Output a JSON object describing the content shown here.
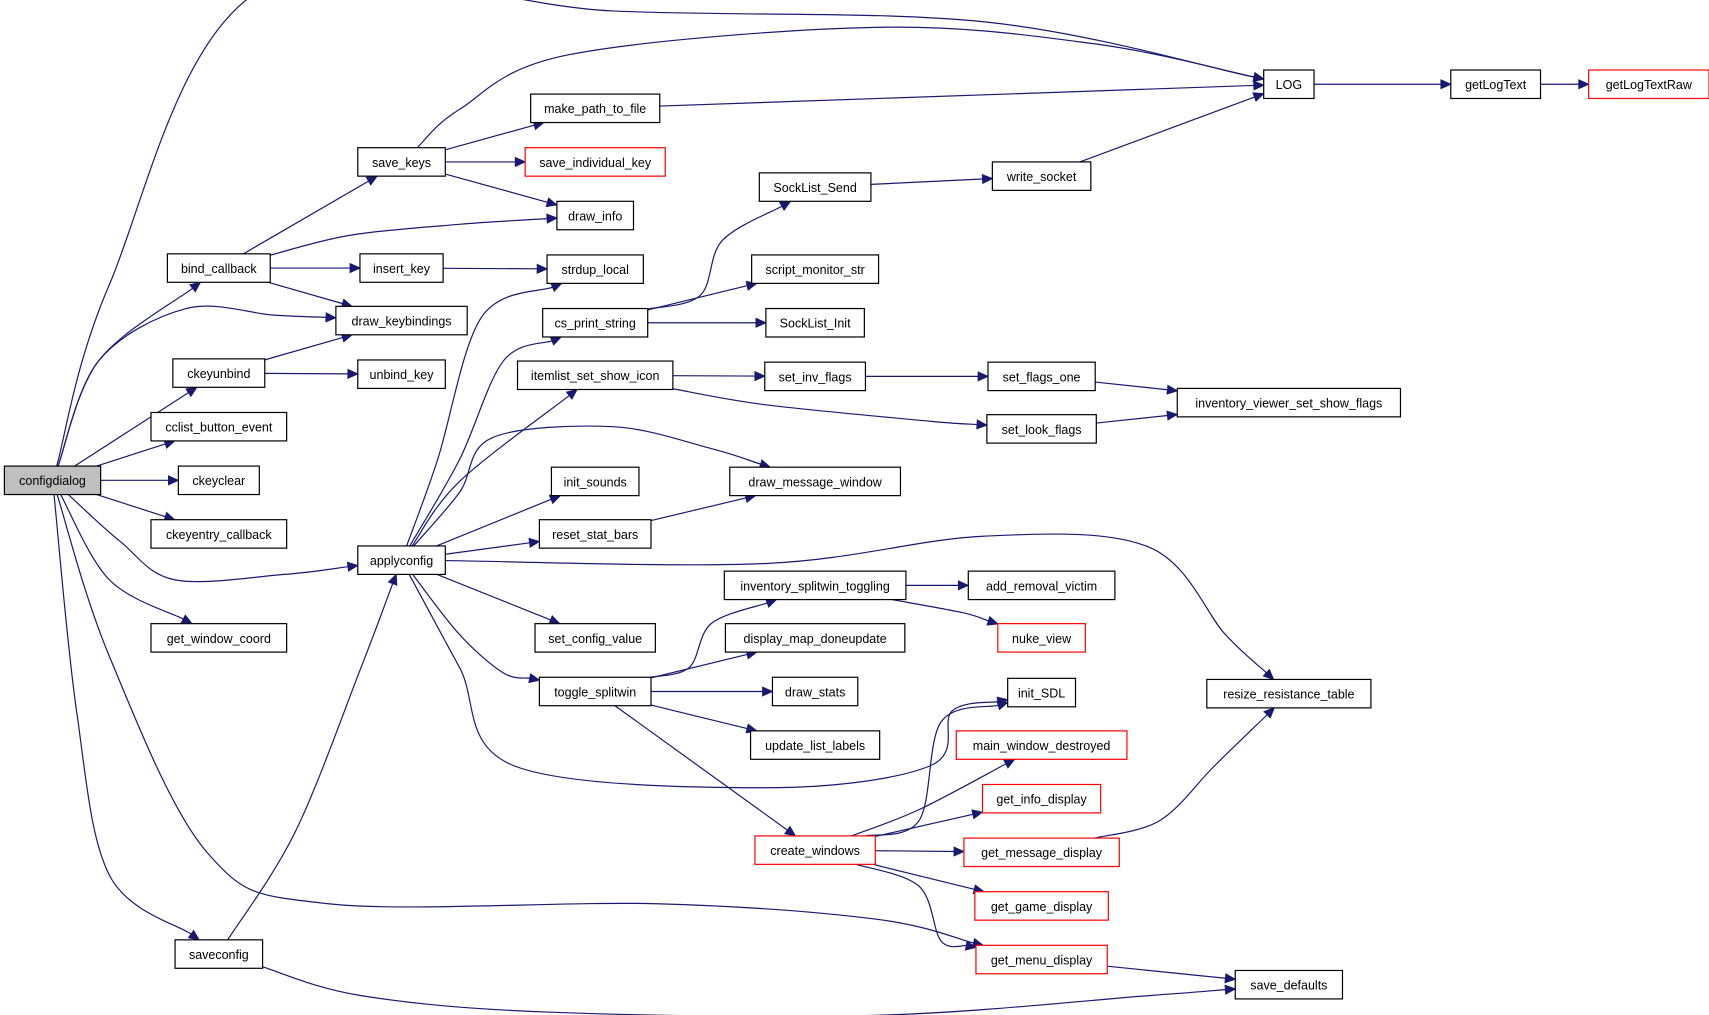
{
  "diagram": {
    "type": "call-graph",
    "nodes": [
      {
        "id": "configdialog",
        "label": "configdialog",
        "style": "root"
      },
      {
        "id": "bind_callback",
        "label": "bind_callback",
        "style": "normal"
      },
      {
        "id": "ckeyunbind",
        "label": "ckeyunbind",
        "style": "normal"
      },
      {
        "id": "cclist_button_event",
        "label": "cclist_button_event",
        "style": "normal"
      },
      {
        "id": "ckeyclear",
        "label": "ckeyclear",
        "style": "normal"
      },
      {
        "id": "ckeyentry_callback",
        "label": "ckeyentry_callback",
        "style": "normal"
      },
      {
        "id": "get_window_coord",
        "label": "get_window_coord",
        "style": "normal"
      },
      {
        "id": "saveconfig",
        "label": "saveconfig",
        "style": "normal"
      },
      {
        "id": "save_keys",
        "label": "save_keys",
        "style": "normal"
      },
      {
        "id": "insert_key",
        "label": "insert_key",
        "style": "normal"
      },
      {
        "id": "draw_keybindings",
        "label": "draw_keybindings",
        "style": "normal"
      },
      {
        "id": "unbind_key",
        "label": "unbind_key",
        "style": "normal"
      },
      {
        "id": "applyconfig",
        "label": "applyconfig",
        "style": "normal"
      },
      {
        "id": "make_path_to_file",
        "label": "make_path_to_file",
        "style": "normal"
      },
      {
        "id": "save_individual_key",
        "label": "save_individual_key",
        "style": "truncated"
      },
      {
        "id": "draw_info",
        "label": "draw_info",
        "style": "normal"
      },
      {
        "id": "strdup_local",
        "label": "strdup_local",
        "style": "normal"
      },
      {
        "id": "cs_print_string",
        "label": "cs_print_string",
        "style": "normal"
      },
      {
        "id": "itemlist_set_show_icon",
        "label": "itemlist_set_show_icon",
        "style": "normal"
      },
      {
        "id": "init_sounds",
        "label": "init_sounds",
        "style": "normal"
      },
      {
        "id": "reset_stat_bars",
        "label": "reset_stat_bars",
        "style": "normal"
      },
      {
        "id": "set_config_value",
        "label": "set_config_value",
        "style": "normal"
      },
      {
        "id": "toggle_splitwin",
        "label": "toggle_splitwin",
        "style": "normal"
      },
      {
        "id": "SockList_Send",
        "label": "SockList_Send",
        "style": "normal"
      },
      {
        "id": "script_monitor_str",
        "label": "script_monitor_str",
        "style": "normal"
      },
      {
        "id": "SockList_Init",
        "label": "SockList_Init",
        "style": "normal"
      },
      {
        "id": "set_inv_flags",
        "label": "set_inv_flags",
        "style": "normal"
      },
      {
        "id": "draw_message_window",
        "label": "draw_message_window",
        "style": "normal"
      },
      {
        "id": "inventory_splitwin_toggling",
        "label": "inventory_splitwin_toggling",
        "style": "normal"
      },
      {
        "id": "display_map_doneupdate",
        "label": "display_map_doneupdate",
        "style": "normal"
      },
      {
        "id": "draw_stats",
        "label": "draw_stats",
        "style": "normal"
      },
      {
        "id": "update_list_labels",
        "label": "update_list_labels",
        "style": "normal"
      },
      {
        "id": "create_windows",
        "label": "create_windows",
        "style": "truncated"
      },
      {
        "id": "write_socket",
        "label": "write_socket",
        "style": "normal"
      },
      {
        "id": "set_flags_one",
        "label": "set_flags_one",
        "style": "normal"
      },
      {
        "id": "set_look_flags",
        "label": "set_look_flags",
        "style": "normal"
      },
      {
        "id": "add_removal_victim",
        "label": "add_removal_victim",
        "style": "normal"
      },
      {
        "id": "nuke_view",
        "label": "nuke_view",
        "style": "truncated"
      },
      {
        "id": "init_SDL",
        "label": "init_SDL",
        "style": "normal"
      },
      {
        "id": "main_window_destroyed",
        "label": "main_window_destroyed",
        "style": "truncated"
      },
      {
        "id": "get_info_display",
        "label": "get_info_display",
        "style": "truncated"
      },
      {
        "id": "get_message_display",
        "label": "get_message_display",
        "style": "truncated"
      },
      {
        "id": "get_game_display",
        "label": "get_game_display",
        "style": "truncated"
      },
      {
        "id": "get_menu_display",
        "label": "get_menu_display",
        "style": "truncated"
      },
      {
        "id": "LOG",
        "label": "LOG",
        "style": "normal"
      },
      {
        "id": "inventory_viewer_set_show_flags",
        "label": "inventory_viewer_set_show_flags",
        "style": "normal"
      },
      {
        "id": "resize_resistance_table",
        "label": "resize_resistance_table",
        "style": "normal"
      },
      {
        "id": "save_defaults",
        "label": "save_defaults",
        "style": "normal"
      },
      {
        "id": "getLogText",
        "label": "getLogText",
        "style": "normal"
      },
      {
        "id": "getLogTextRaw",
        "label": "getLogTextRaw",
        "style": "truncated"
      }
    ],
    "edges": [
      {
        "from": "configdialog",
        "to": "LOG"
      },
      {
        "from": "configdialog",
        "to": "bind_callback"
      },
      {
        "from": "configdialog",
        "to": "draw_keybindings"
      },
      {
        "from": "configdialog",
        "to": "ckeyunbind"
      },
      {
        "from": "configdialog",
        "to": "cclist_button_event"
      },
      {
        "from": "configdialog",
        "to": "ckeyclear"
      },
      {
        "from": "configdialog",
        "to": "ckeyentry_callback"
      },
      {
        "from": "configdialog",
        "to": "applyconfig"
      },
      {
        "from": "configdialog",
        "to": "get_window_coord"
      },
      {
        "from": "configdialog",
        "to": "saveconfig"
      },
      {
        "from": "configdialog",
        "to": "get_menu_display"
      },
      {
        "from": "bind_callback",
        "to": "save_keys"
      },
      {
        "from": "bind_callback",
        "to": "draw_info"
      },
      {
        "from": "bind_callback",
        "to": "insert_key"
      },
      {
        "from": "bind_callback",
        "to": "draw_keybindings"
      },
      {
        "from": "ckeyunbind",
        "to": "draw_keybindings"
      },
      {
        "from": "ckeyunbind",
        "to": "unbind_key"
      },
      {
        "from": "saveconfig",
        "to": "applyconfig"
      },
      {
        "from": "saveconfig",
        "to": "save_defaults"
      },
      {
        "from": "save_keys",
        "to": "LOG"
      },
      {
        "from": "save_keys",
        "to": "make_path_to_file"
      },
      {
        "from": "save_keys",
        "to": "save_individual_key"
      },
      {
        "from": "save_keys",
        "to": "draw_info"
      },
      {
        "from": "insert_key",
        "to": "strdup_local"
      },
      {
        "from": "make_path_to_file",
        "to": "LOG"
      },
      {
        "from": "applyconfig",
        "to": "strdup_local"
      },
      {
        "from": "applyconfig",
        "to": "cs_print_string"
      },
      {
        "from": "applyconfig",
        "to": "itemlist_set_show_icon"
      },
      {
        "from": "applyconfig",
        "to": "draw_message_window"
      },
      {
        "from": "applyconfig",
        "to": "init_sounds"
      },
      {
        "from": "applyconfig",
        "to": "reset_stat_bars"
      },
      {
        "from": "applyconfig",
        "to": "resize_resistance_table"
      },
      {
        "from": "applyconfig",
        "to": "set_config_value"
      },
      {
        "from": "applyconfig",
        "to": "toggle_splitwin"
      },
      {
        "from": "applyconfig",
        "to": "init_SDL"
      },
      {
        "from": "cs_print_string",
        "to": "SockList_Send"
      },
      {
        "from": "cs_print_string",
        "to": "script_monitor_str"
      },
      {
        "from": "cs_print_string",
        "to": "SockList_Init"
      },
      {
        "from": "itemlist_set_show_icon",
        "to": "set_inv_flags"
      },
      {
        "from": "itemlist_set_show_icon",
        "to": "set_look_flags"
      },
      {
        "from": "reset_stat_bars",
        "to": "draw_message_window"
      },
      {
        "from": "toggle_splitwin",
        "to": "inventory_splitwin_toggling"
      },
      {
        "from": "toggle_splitwin",
        "to": "display_map_doneupdate"
      },
      {
        "from": "toggle_splitwin",
        "to": "draw_stats"
      },
      {
        "from": "toggle_splitwin",
        "to": "update_list_labels"
      },
      {
        "from": "toggle_splitwin",
        "to": "create_windows"
      },
      {
        "from": "SockList_Send",
        "to": "write_socket"
      },
      {
        "from": "write_socket",
        "to": "LOG"
      },
      {
        "from": "set_inv_flags",
        "to": "set_flags_one"
      },
      {
        "from": "set_flags_one",
        "to": "inventory_viewer_set_show_flags"
      },
      {
        "from": "set_look_flags",
        "to": "inventory_viewer_set_show_flags"
      },
      {
        "from": "inventory_splitwin_toggling",
        "to": "add_removal_victim"
      },
      {
        "from": "inventory_splitwin_toggling",
        "to": "nuke_view"
      },
      {
        "from": "create_windows",
        "to": "init_SDL"
      },
      {
        "from": "create_windows",
        "to": "main_window_destroyed"
      },
      {
        "from": "create_windows",
        "to": "get_info_display"
      },
      {
        "from": "create_windows",
        "to": "get_message_display"
      },
      {
        "from": "create_windows",
        "to": "get_game_display"
      },
      {
        "from": "create_windows",
        "to": "get_menu_display"
      },
      {
        "from": "get_message_display",
        "to": "resize_resistance_table"
      },
      {
        "from": "get_menu_display",
        "to": "save_defaults"
      },
      {
        "from": "LOG",
        "to": "getLogText"
      },
      {
        "from": "getLogText",
        "to": "getLogTextRaw"
      }
    ]
  }
}
